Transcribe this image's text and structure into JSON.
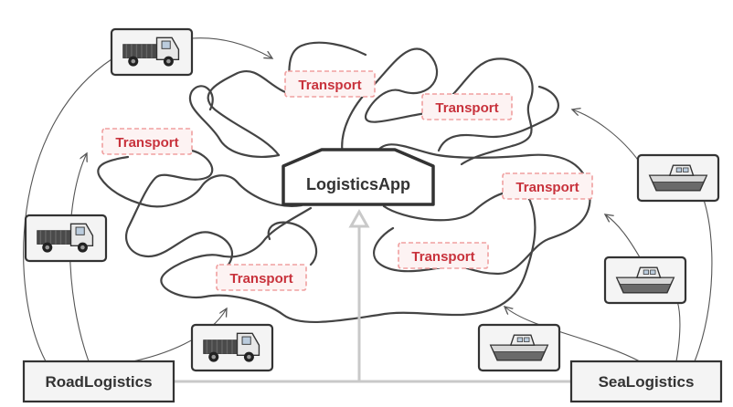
{
  "app": {
    "label": "LogisticsApp"
  },
  "transports": [
    {
      "label": "Transport"
    },
    {
      "label": "Transport"
    },
    {
      "label": "Transport"
    },
    {
      "label": "Transport"
    },
    {
      "label": "Transport"
    },
    {
      "label": "Transport"
    }
  ],
  "road_logistics": {
    "label": "RoadLogistics"
  },
  "sea_logistics": {
    "label": "SeaLogistics"
  },
  "icons": {
    "truck": "truck-icon",
    "ship": "ship-icon"
  },
  "colors": {
    "transport_text": "#c8323c",
    "transport_border": "#f0a0a0",
    "transport_fill": "#fdf3f3",
    "box_border": "#333333",
    "curve": "#444444",
    "inheritance": "#c9c9c9"
  }
}
